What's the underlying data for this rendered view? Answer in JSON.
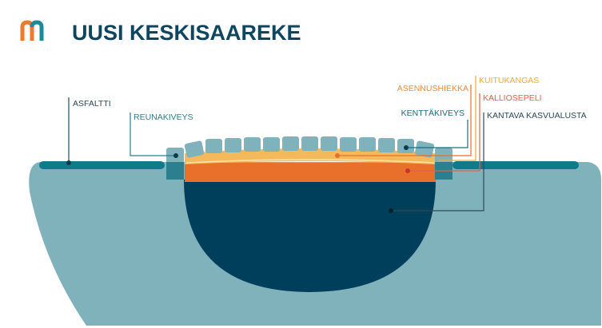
{
  "header": {
    "title": "UUSI KESKISAAREKE",
    "logo_letter": "M"
  },
  "labels": {
    "asfaltti": "ASFALTTI",
    "reunakiveys": "REUNAKIVEYS",
    "kenttakiveys": "KENTTÄKIVEYS",
    "asennushiekka": "ASENNUSHIEKKA",
    "kuitukangas": "KUITUKANGAS",
    "kalliosepeli": "KALLIOSEPELI",
    "kantava_kasvualusta": "KANTAVA KASVUALUSTA"
  },
  "colors": {
    "title": "#0e4660",
    "ground": "#7fb2bb",
    "soil": "#003f5c",
    "gravel": "#e8702a",
    "sand": "#f4b95a",
    "fabric": "#f7d27a",
    "stone": "#7fb2bb",
    "asphalt": "#0f7a8c",
    "logo_orange": "#ee7a2c",
    "logo_teal": "#1b8a9a"
  }
}
